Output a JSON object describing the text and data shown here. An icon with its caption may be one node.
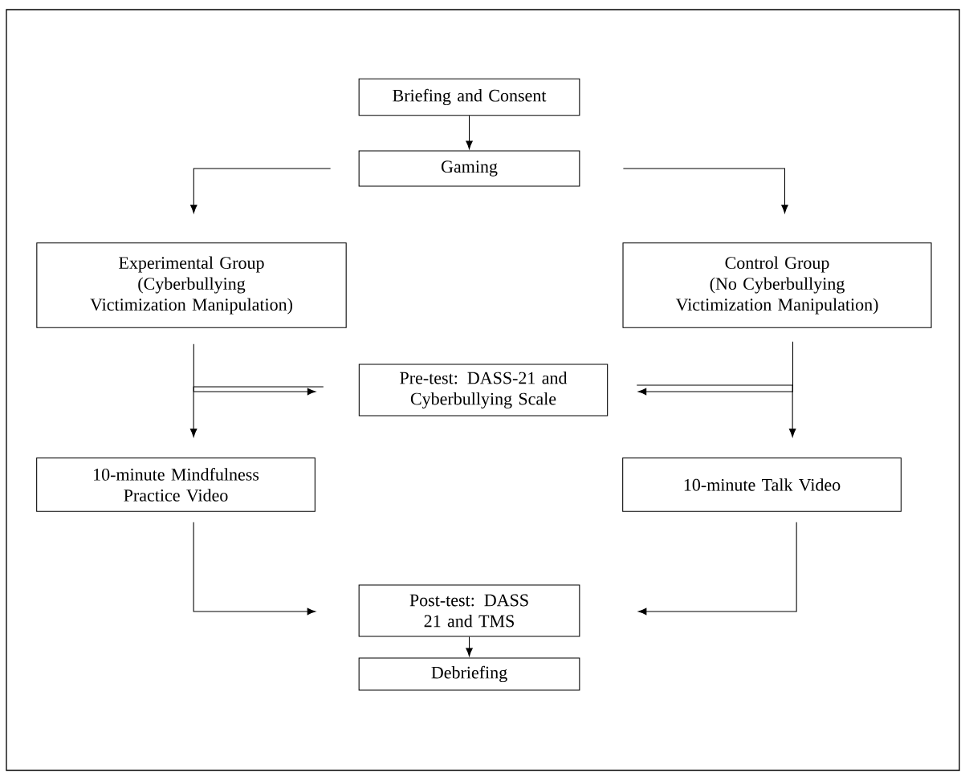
{
  "diagram": {
    "nodes": [
      {
        "text": [
          "Briefing and Consent"
        ]
      },
      {
        "text": [
          "Gaming"
        ]
      },
      {
        "text": [
          "Experimental Group",
          "(Cyberbullying Victimization Manipulation)"
        ]
      },
      {
        "text": [
          "Control Group",
          "(No Cyberbullying Victimization Manipulation)"
        ]
      },
      {
        "text": [
          "Pre-test: DASS-21 and Cyberbullying Scale"
        ]
      },
      {
        "text": [
          "10-minute Mindfulness Practice Video"
        ]
      },
      {
        "text": [
          "10-minute Talk Video"
        ]
      },
      {
        "text": [
          "Post-test: DASS 21 and TMS"
        ]
      },
      {
        "text": [
          "Debriefing"
        ]
      }
    ],
    "edges": [
      {
        "from": 0,
        "to": 1,
        "arrow": "to"
      },
      {
        "from": 1,
        "to": 2,
        "arrow": "to"
      },
      {
        "from": 1,
        "to": 3,
        "arrow": "to"
      },
      {
        "from": 2,
        "to": 4,
        "arrow": "to"
      },
      {
        "from": 3,
        "to": 4,
        "arrow": "to"
      },
      {
        "from": 4,
        "to": 5,
        "arrow": "to"
      },
      {
        "from": 4,
        "to": 6,
        "arrow": "to"
      },
      {
        "from": 5,
        "to": 7,
        "arrow": "to"
      },
      {
        "from": 6,
        "to": 7,
        "arrow": "to"
      },
      {
        "from": 7,
        "to": 8,
        "arrow": "to"
      }
    ]
  }
}
